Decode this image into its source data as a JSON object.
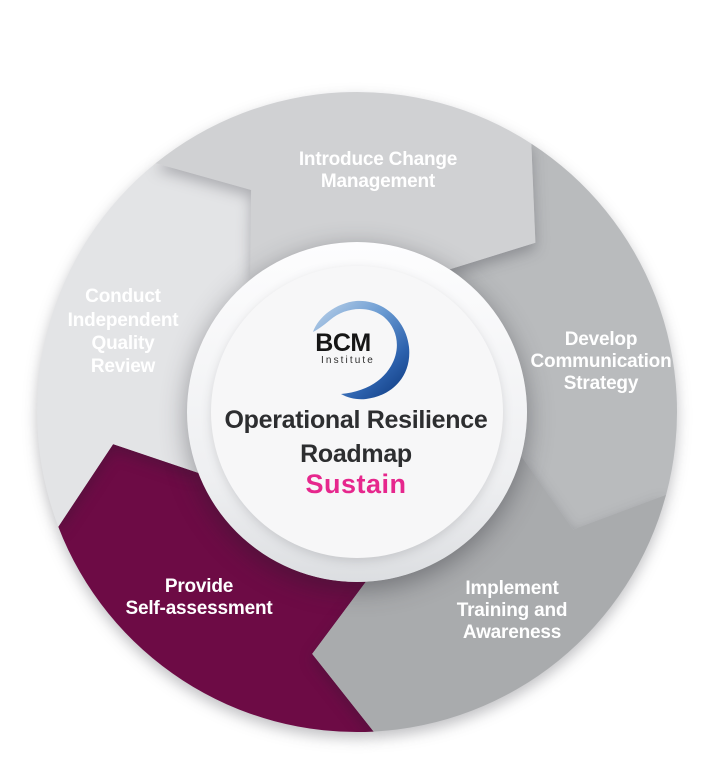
{
  "diagram": {
    "name": "Operational Resilience Roadmap cycle",
    "background_color": "#ffffff"
  },
  "center": {
    "logo": {
      "name": "BCM",
      "subname": "Institute",
      "text_color": "#161616",
      "sub_text_color": "#2e2e2e",
      "swoosh_gradient_start": "#b9d0e8",
      "swoosh_gradient_mid1": "#6b9bd2",
      "swoosh_gradient_mid2": "#2d62ae",
      "swoosh_gradient_end": "#123f85"
    },
    "title_line1": "Operational Resilience",
    "title_line2": "Roadmap",
    "phase": "Sustain",
    "title_color": "#2d2e30",
    "phase_color": "#e6278d",
    "ring_top_color": "#fdfdfe",
    "ring_bottom_color": "#dcdee1",
    "disc_color": "#f7f7f8"
  },
  "segments": [
    {
      "id": "introduce-change-management",
      "label_lines": [
        "Introduce Change",
        "Management"
      ],
      "color": "#d0d1d3",
      "text_color": "#ffffff"
    },
    {
      "id": "develop-communication-strategy",
      "label_lines": [
        "Develop",
        "Communication",
        "Strategy"
      ],
      "color": "#b9bbbd",
      "text_color": "#ffffff"
    },
    {
      "id": "implement-training-and-awareness",
      "label_lines": [
        "Implement",
        "Training and",
        "Awareness"
      ],
      "color": "#a9abad",
      "text_color": "#ffffff"
    },
    {
      "id": "provide-self-assessment",
      "label_lines": [
        "Provide",
        "Self-assessment"
      ],
      "color": "#6d0b45",
      "text_color": "#ffffff"
    },
    {
      "id": "conduct-independent-quality-review",
      "label_lines": [
        "Conduct",
        "Independent",
        "Quality",
        "Review"
      ],
      "color": "#e3e4e6",
      "text_color": "#ffffff"
    }
  ]
}
